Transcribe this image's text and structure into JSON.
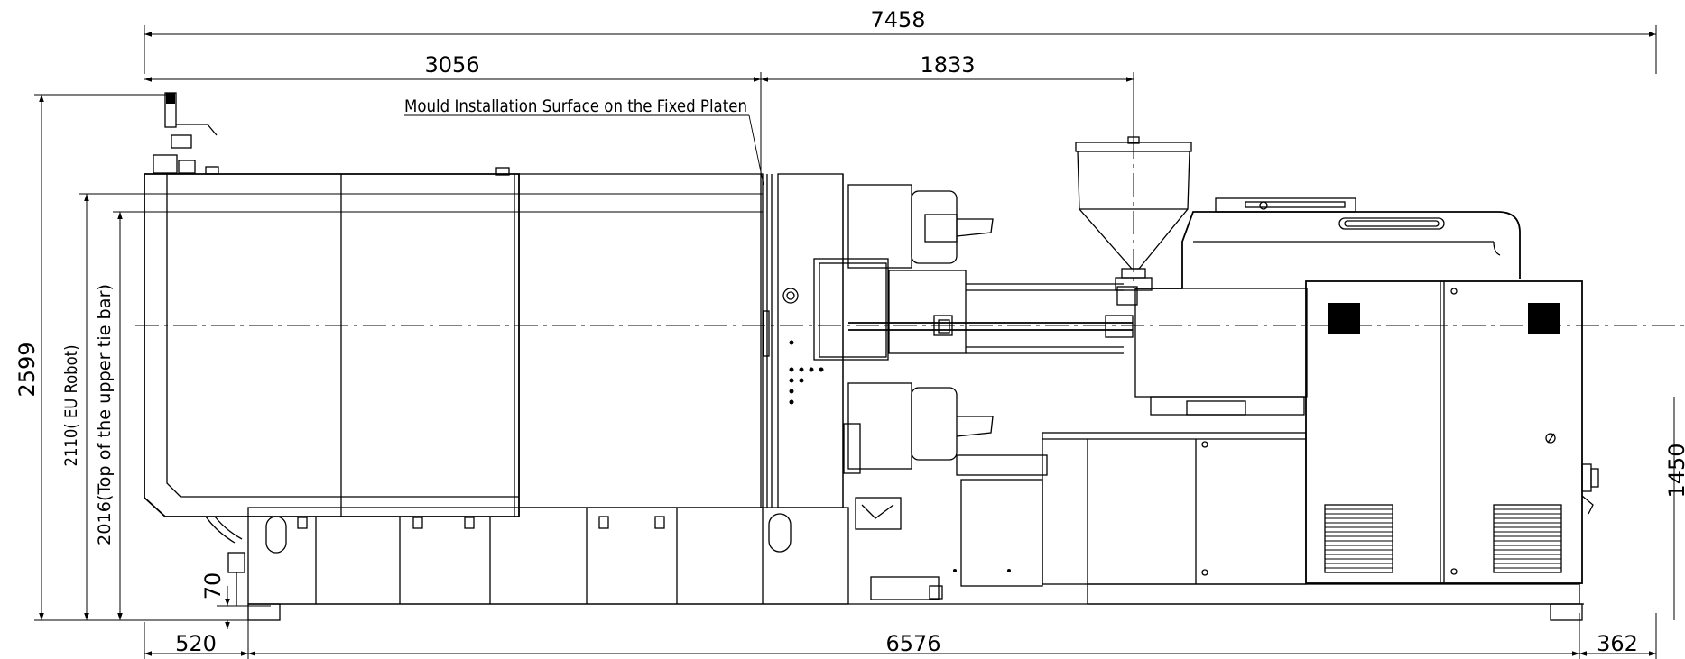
{
  "dimensions": {
    "overall_length": "7458",
    "clamp_length": "3056",
    "injection_length": "1833",
    "total_height": "2599",
    "robot_height": "2110( EU Robot)",
    "tie_bar_height": "2016(Top of the upper tie bar)",
    "floor_clearance": "70",
    "front_offset": "520",
    "base_length": "6576",
    "rear_offset": "362",
    "base_height": "1450"
  },
  "notes": {
    "mould_surface": "Mould Installation Surface on the Fixed Platen"
  }
}
